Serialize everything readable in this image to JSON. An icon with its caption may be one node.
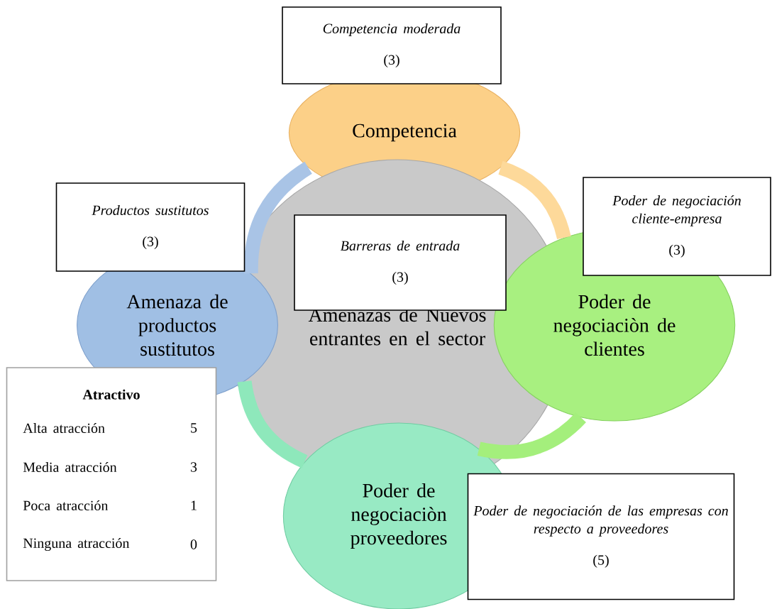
{
  "diagram": {
    "nodes": [
      {
        "text": [
          "Competencia moderada",
          "(3)"
        ]
      },
      {
        "text": [
          "Competencia"
        ]
      },
      {
        "text": [
          "Productos sustitutos",
          "(3)"
        ]
      },
      {
        "text": [
          "Amenazas de Nuevos entrantes en el sector"
        ]
      },
      {
        "text": [
          "Barreras de entrada",
          "(3)"
        ],
        "in": 3
      },
      {
        "text": [
          "Poder de negociación cliente-empresa",
          "(3)"
        ]
      },
      {
        "text": [
          "Amenaza de productos sustitutos"
        ]
      },
      {
        "text": [
          "Poder de negociaciòn de clientes"
        ]
      },
      {
        "text": [
          "Atractivo"
        ]
      },
      {
        "text": [
          "Poder de negociaciòn proveedores"
        ]
      },
      {
        "text": [
          "Poder de negociación de las empresas con respecto a proveedores",
          "(5)"
        ]
      }
    ],
    "edges": [
      {
        "from": 6,
        "to": 1,
        "arrow": "none",
        "color": "#a9c4e6"
      },
      {
        "from": 1,
        "to": 7,
        "arrow": "none",
        "color": "#fdd99a"
      },
      {
        "from": 7,
        "to": 9,
        "arrow": "none",
        "color": "#a4ef7c"
      },
      {
        "from": 9,
        "to": 6,
        "arrow": "none",
        "color": "#8ee8bb"
      }
    ],
    "labels": [
      "Alta atracción",
      "5",
      "Media atracción",
      "3",
      "Poca atracción",
      "1",
      "Ninguna atracción",
      "0"
    ]
  }
}
